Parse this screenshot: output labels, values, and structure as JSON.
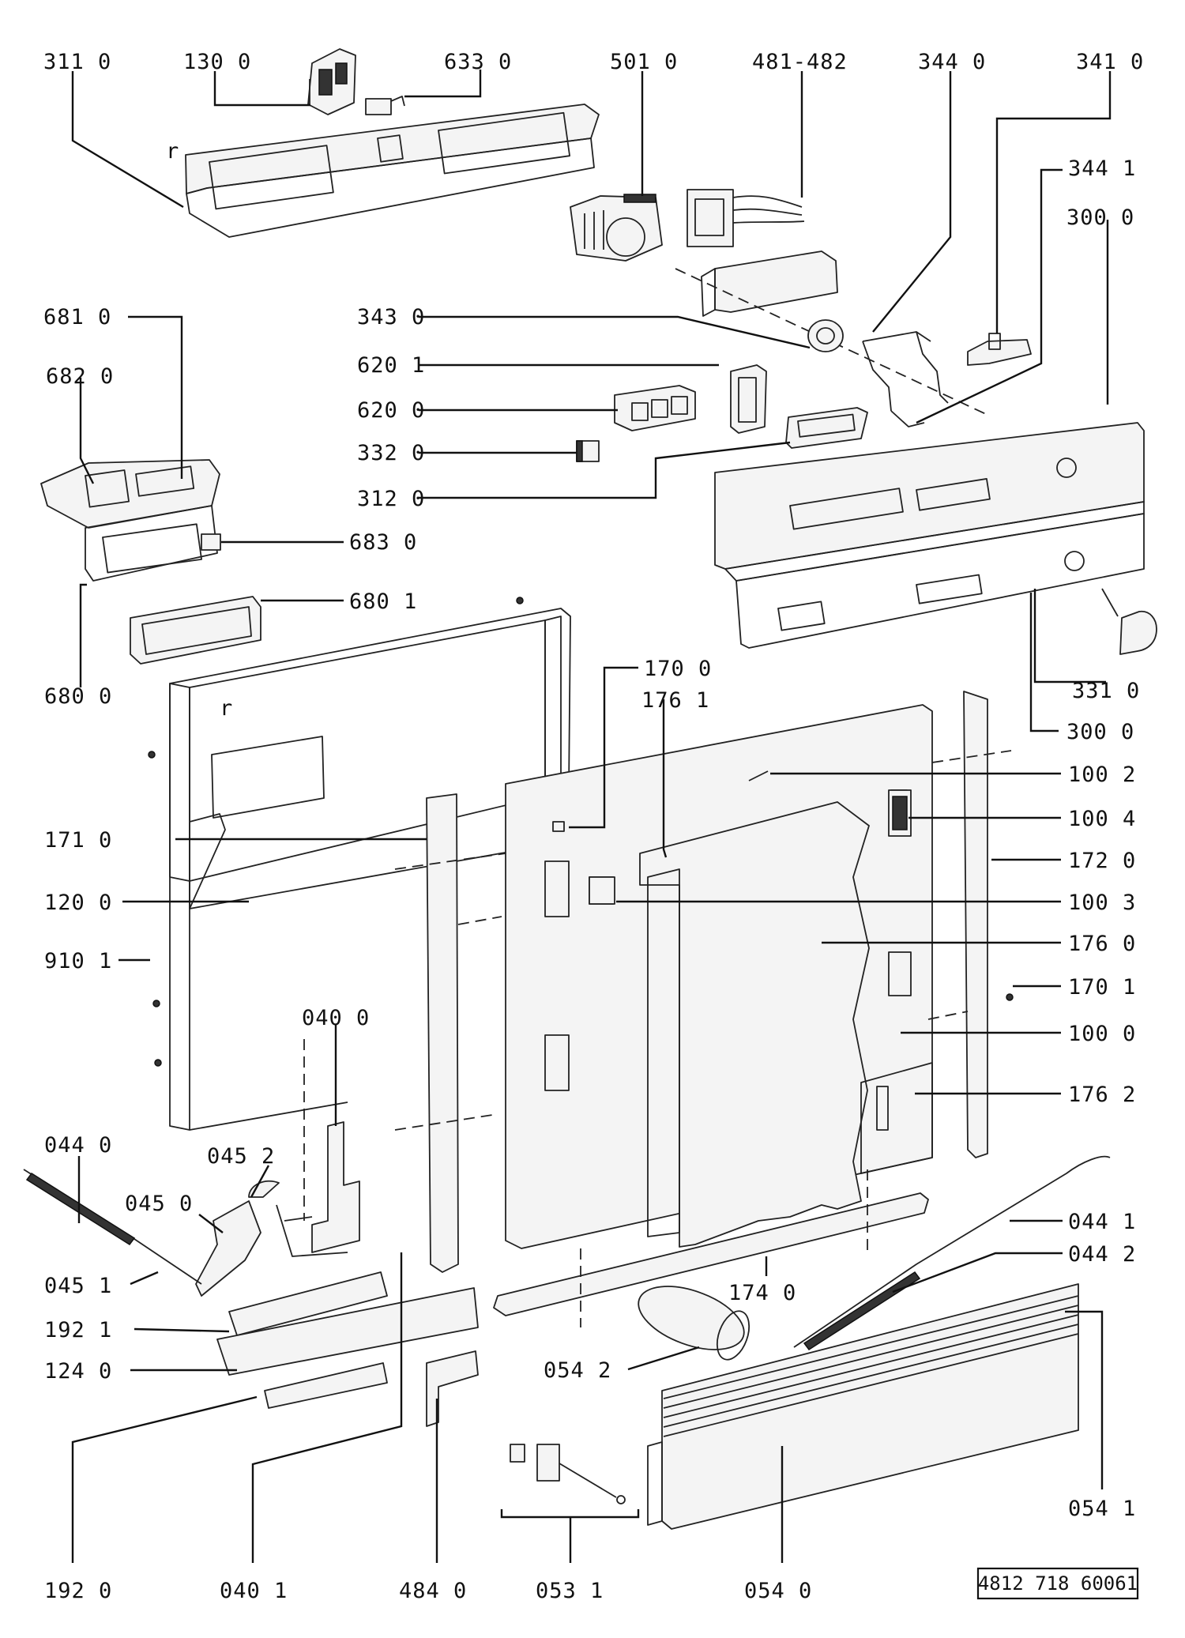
{
  "document_ref": "4812 718 60061",
  "part_labels": [
    "311 0",
    "130 0",
    "633 0",
    "501 0",
    "481-482",
    "344 0",
    "341 0",
    "344 1",
    "300 0",
    "681 0",
    "682 0",
    "343 0",
    "620 1",
    "620 0",
    "332 0",
    "312 0",
    "683 0",
    "680 1",
    "680 0",
    "331 0",
    "300 0",
    "170 0",
    "176 1",
    "100 2",
    "100 4",
    "171 0",
    "172 0",
    "120 0",
    "100 3",
    "176 0",
    "910 1",
    "170 1",
    "040 0",
    "100 0",
    "176 2",
    "044 0",
    "045 2",
    "045 0",
    "044 1",
    "045 1",
    "044 2",
    "174 0",
    "192 1",
    "124 0",
    "054 2",
    "054 1",
    "192 0",
    "040 1",
    "484 0",
    "053 1",
    "054 0"
  ],
  "component_markers": [
    "r",
    "r"
  ]
}
